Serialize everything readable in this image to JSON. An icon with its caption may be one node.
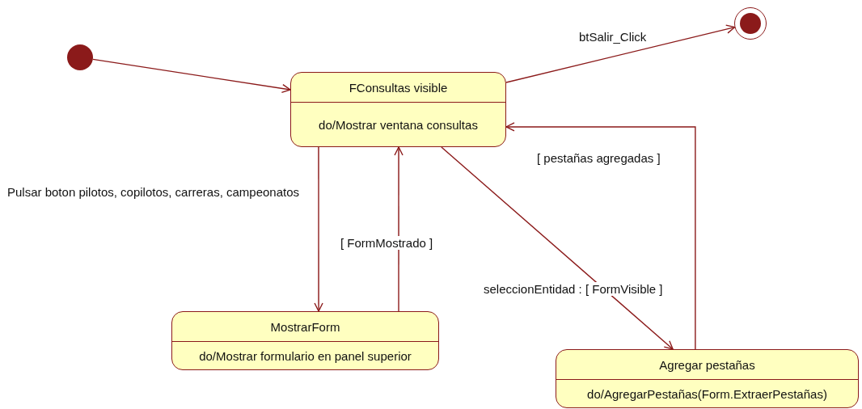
{
  "diagram": {
    "nodes": [
      {
        "text": [],
        "shape": "circle"
      },
      {
        "text": [
          "FConsultas visible",
          "do/Mostrar ventana consultas"
        ]
      },
      {
        "text": [],
        "shape": "bullseye"
      },
      {
        "text": [
          "MostrarForm",
          "do/Mostrar formulario en panel superior"
        ]
      },
      {
        "text": [
          "Agregar pestañas",
          "do/AgregarPestañas(Form.ExtraerPestañas)"
        ]
      }
    ],
    "edges": [
      {
        "from": 0,
        "to": 1,
        "arrow": "to"
      },
      {
        "from": 1,
        "to": 2,
        "arrow": "to",
        "label": "btSalir_Click"
      },
      {
        "from": 1,
        "to": 3,
        "arrow": "to",
        "label": "Pulsar boton pilotos, copilotos, carreras, campeonatos"
      },
      {
        "from": 3,
        "to": 1,
        "arrow": "to",
        "label": "[ FormMostrado ]"
      },
      {
        "from": 1,
        "to": 4,
        "arrow": "to",
        "label": "seleccionEntidad : [ FormVisible ]"
      },
      {
        "from": 4,
        "to": 1,
        "arrow": "to",
        "label": "[ pestañas agregadas ]"
      }
    ]
  }
}
